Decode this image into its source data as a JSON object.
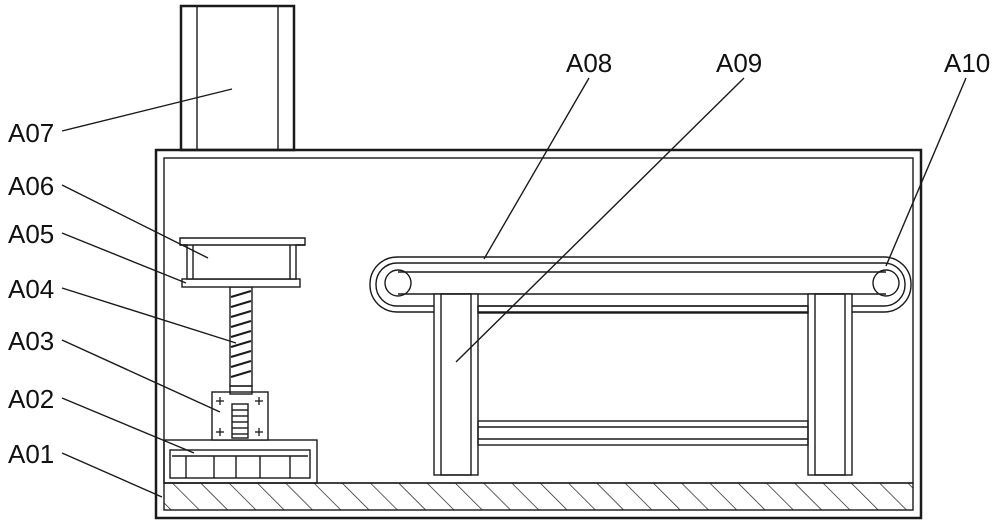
{
  "labels": {
    "a01": "A01",
    "a02": "A02",
    "a03": "A03",
    "a04": "A04",
    "a05": "A05",
    "a06": "A06",
    "a07": "A07",
    "a08": "A08",
    "a09": "A09",
    "a10": "A10"
  },
  "colors": {
    "line": "#1a1a1a",
    "background": "#ffffff"
  }
}
